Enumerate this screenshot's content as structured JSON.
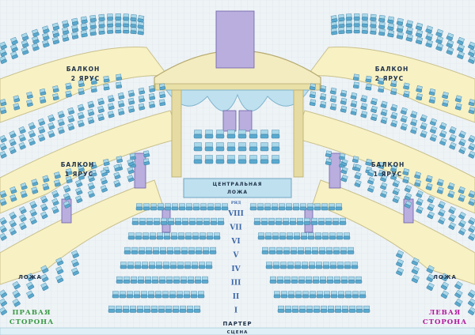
{
  "hall": {
    "balcony_2_left": {
      "line1": "БАЛКОН",
      "line2": "2 ЯРУС"
    },
    "balcony_2_right": {
      "line1": "БАЛКОН",
      "line2": "2 ЯРУС"
    },
    "balcony_1_left": {
      "line1": "БАЛКОН",
      "line2": "1 ЯРУС"
    },
    "balcony_1_right": {
      "line1": "БАЛКОН",
      "line2": "1 ЯРУС"
    },
    "central_box": {
      "line1": "ЦЕНТРАЛЬНАЯ",
      "line2": "ЛОЖА"
    },
    "box_left": "ЛОЖА",
    "box_right": "ЛОЖА",
    "row_header": "РЯД",
    "rows": [
      "VIII",
      "VII",
      "VI",
      "V",
      "IV",
      "III",
      "II",
      "I"
    ],
    "stalls": "ПАРТЕР",
    "stage": "СЦЕНА",
    "side_right": {
      "line1": "ПРАВАЯ",
      "line2": "СТОРОНА"
    },
    "side_left": {
      "line1": "ЛЕВАЯ",
      "line2": "СТОРОНА"
    }
  },
  "colors": {
    "seat_body": "#5aa9cf",
    "seat_back": "#a9d8ea",
    "balcony_band": "#f7f1c4",
    "door": "#b9aede",
    "floor": "#e7edf2",
    "grid": "#dbe4ea",
    "side_right": "#3a9a44",
    "side_left": "#b5179e",
    "roman": "#3b67a8",
    "label": "#20324a"
  }
}
